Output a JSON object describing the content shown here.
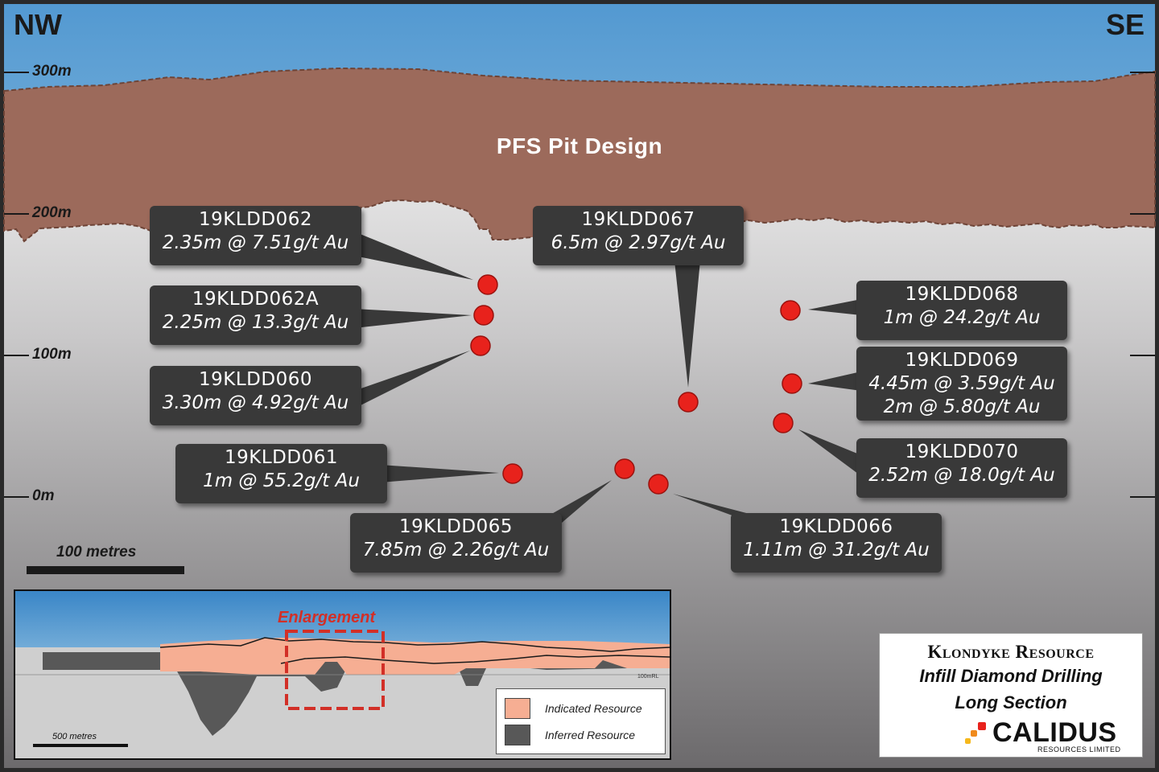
{
  "directions": {
    "left": "NW",
    "right": "SE"
  },
  "elevations": [
    "300m",
    "200m",
    "100m",
    "0m"
  ],
  "pit_label": "PFS Pit Design",
  "intercepts": [
    {
      "hole": "19KLDD062",
      "interval": "2.35m @ 7.51g/t Au"
    },
    {
      "hole": "19KLDD062A",
      "interval": "2.25m @ 13.3g/t Au"
    },
    {
      "hole": "19KLDD060",
      "interval": "3.30m @ 4.92g/t Au"
    },
    {
      "hole": "19KLDD061",
      "interval": "1m @ 55.2g/t Au"
    },
    {
      "hole": "19KLDD067",
      "interval": "6.5m @ 2.97g/t Au"
    },
    {
      "hole": "19KLDD065",
      "interval": "7.85m @ 2.26g/t Au"
    },
    {
      "hole": "19KLDD066",
      "interval": "1.11m @ 31.2g/t Au"
    },
    {
      "hole": "19KLDD068",
      "interval": "1m @ 24.2g/t Au"
    },
    {
      "hole": "19KLDD069",
      "interval": "4.45m @ 3.59g/t Au",
      "interval2": "2m @ 5.80g/t Au"
    },
    {
      "hole": "19KLDD070",
      "interval": "2.52m @ 18.0g/t Au"
    }
  ],
  "scale_bar": {
    "label": "100 metres"
  },
  "inset": {
    "enlargement_label": "Enlargement",
    "scale_label": "500 metres",
    "reference_label": "100mRL",
    "legend": [
      {
        "label": "Indicated Resource",
        "color": "#f6ae93"
      },
      {
        "label": "Inferred Resource",
        "color": "#585858"
      }
    ]
  },
  "title_block": {
    "line1": "Klondyke Resource",
    "line2": "Infill Diamond Drilling",
    "line3": "Long Section",
    "logo_text": "CALIDUS",
    "logo_subtext": "RESOURCES LIMITED"
  },
  "colors": {
    "pit": "#9c6a5b",
    "sky_top": "#5399d1",
    "intercept_marker": "#e8221c",
    "callout_bg": "#393939",
    "enlargement": "#d22f27"
  }
}
